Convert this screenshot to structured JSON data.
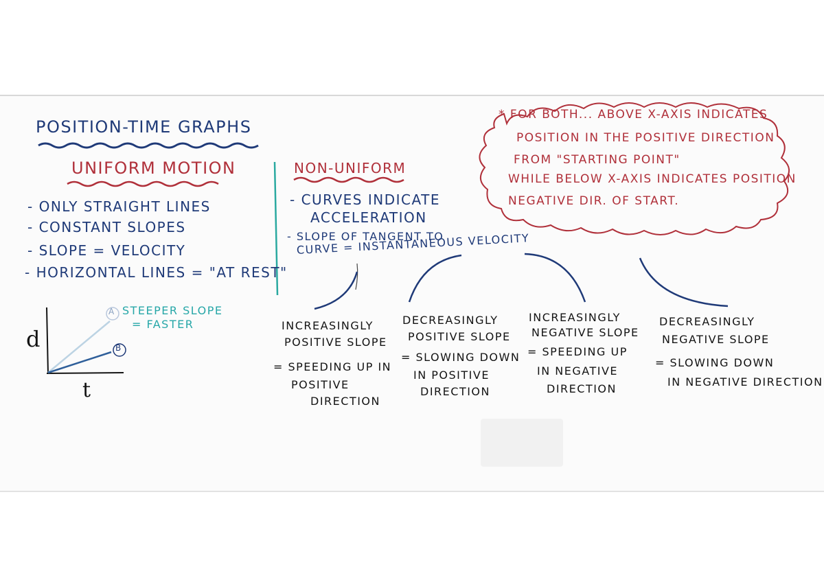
{
  "title": "POSITION-TIME GRAPHS",
  "uniform": {
    "heading": "UNIFORM MOTION",
    "points": [
      "- ONLY STRAIGHT LINES",
      "- CONSTANT SLOPES",
      "- SLOPE = VELOCITY",
      "- HORIZONTAL LINES = \"AT REST\""
    ],
    "graph": {
      "y_label": "d",
      "x_label": "t",
      "marker_a": "A",
      "marker_b": "B",
      "note_line1": "STEEPER SLOPE",
      "note_line2": "= FASTER"
    }
  },
  "nonuniform": {
    "heading": "NON-UNIFORM",
    "point1_line1": "- CURVES INDICATE",
    "point1_line2": "ACCELERATION",
    "point2_line1": "- SLOPE OF TANGENT TO",
    "point2_line2": "CURVE = INSTANTANEOUS VELOCITY"
  },
  "note": {
    "lines": [
      "* FOR BOTH... ABOVE X-AXIS INDICATES",
      "POSITION IN THE POSITIVE DIRECTION",
      "FROM \"STARTING POINT\"",
      "WHILE BELOW X-AXIS INDICATES POSITION",
      "NEGATIVE DIR. OF START."
    ]
  },
  "curves": [
    {
      "slope": [
        "INCREASINGLY",
        "POSITIVE SLOPE"
      ],
      "meaning": [
        "= SPEEDING UP IN",
        "POSITIVE",
        "DIRECTION"
      ]
    },
    {
      "slope": [
        "DECREASINGLY",
        "POSITIVE SLOPE"
      ],
      "meaning": [
        "= SLOWING DOWN",
        "IN POSITIVE",
        "DIRECTION"
      ]
    },
    {
      "slope": [
        "INCREASINGLY",
        "NEGATIVE SLOPE"
      ],
      "meaning": [
        "= SPEEDING UP",
        "IN NEGATIVE",
        "DIRECTION"
      ]
    },
    {
      "slope": [
        "DECREASINGLY",
        "NEGATIVE SLOPE"
      ],
      "meaning": [
        "= SLOWING DOWN",
        "IN NEGATIVE DIRECTION"
      ]
    }
  ],
  "colors": {
    "navy": "#1f3a78",
    "red": "#b0303a",
    "teal": "#27a7a8",
    "black": "#141414"
  }
}
